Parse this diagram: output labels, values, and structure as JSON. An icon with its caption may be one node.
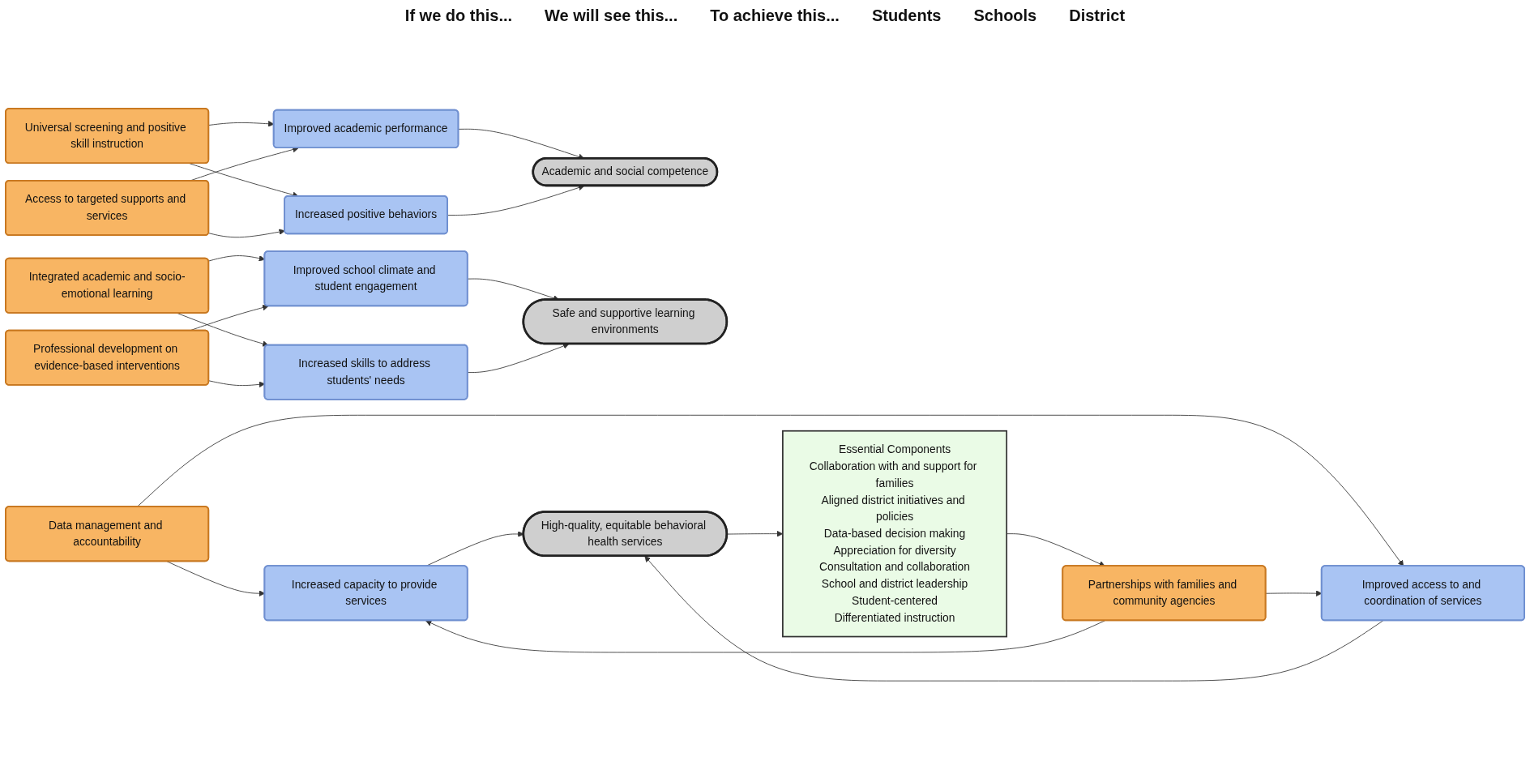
{
  "diagram": {
    "nodes": [
      {
        "text": [
          "Universal screening and positive skill instruction"
        ]
      },
      {
        "text": [
          "Access to targeted supports and services"
        ]
      },
      {
        "text": [
          "Improved academic performance"
        ]
      },
      {
        "text": [
          "Increased positive behaviors"
        ]
      },
      {
        "text": [
          "Academic and social competence"
        ]
      },
      {
        "text": [
          "Integrated academic and socio-emotional learning"
        ]
      },
      {
        "text": [
          "Professional development on evidence-based interventions"
        ]
      },
      {
        "text": [
          "Improved school climate and student engagement"
        ]
      },
      {
        "text": [
          "Increased skills to address students' needs"
        ]
      },
      {
        "text": [
          "Safe and supportive learning environments"
        ]
      },
      {
        "text": [
          "Data management and accountability"
        ]
      },
      {
        "text": [
          "Partnerships with families and community agencies"
        ]
      },
      {
        "text": [
          "Increased capacity to provide services"
        ]
      },
      {
        "text": [
          "Improved access to and coordination of services"
        ]
      },
      {
        "text": [
          "High-quality, equitable behavioral health services"
        ]
      },
      {
        "text": [
          "Essential Components",
          "Collaboration with and support for families",
          "Aligned district initiatives and policies",
          "Data-based decision making",
          "Appreciation for diversity",
          "Consultation and collaboration",
          "School and district leadership",
          "Student-centered",
          "Differentiated instruction"
        ]
      }
    ],
    "edges": [
      {
        "from": 0,
        "to": 2,
        "arrow": "to"
      },
      {
        "from": 0,
        "to": 3,
        "arrow": "to"
      },
      {
        "from": 1,
        "to": 2,
        "arrow": "to"
      },
      {
        "from": 1,
        "to": 3,
        "arrow": "to"
      },
      {
        "from": 2,
        "to": 4,
        "arrow": "to"
      },
      {
        "from": 3,
        "to": 4,
        "arrow": "to"
      },
      {
        "from": 5,
        "to": 7,
        "arrow": "to"
      },
      {
        "from": 5,
        "to": 8,
        "arrow": "to"
      },
      {
        "from": 6,
        "to": 7,
        "arrow": "to"
      },
      {
        "from": 6,
        "to": 8,
        "arrow": "to"
      },
      {
        "from": 7,
        "to": 9,
        "arrow": "to"
      },
      {
        "from": 8,
        "to": 9,
        "arrow": "to"
      },
      {
        "from": 10,
        "to": 12,
        "arrow": "to"
      },
      {
        "from": 10,
        "to": 13,
        "arrow": "to"
      },
      {
        "from": 11,
        "to": 12,
        "arrow": "to"
      },
      {
        "from": 11,
        "to": 13,
        "arrow": "to"
      },
      {
        "from": 12,
        "to": 14,
        "arrow": "to"
      },
      {
        "from": 13,
        "to": 14,
        "arrow": "to"
      },
      {
        "from": 14,
        "to": 15,
        "arrow": "to"
      },
      {
        "from": 15,
        "to": 11,
        "arrow": "to"
      }
    ],
    "labels": [
      "If we do this...",
      "We will see this...",
      "To achieve this...",
      "Students",
      "Schools",
      "District"
    ]
  }
}
